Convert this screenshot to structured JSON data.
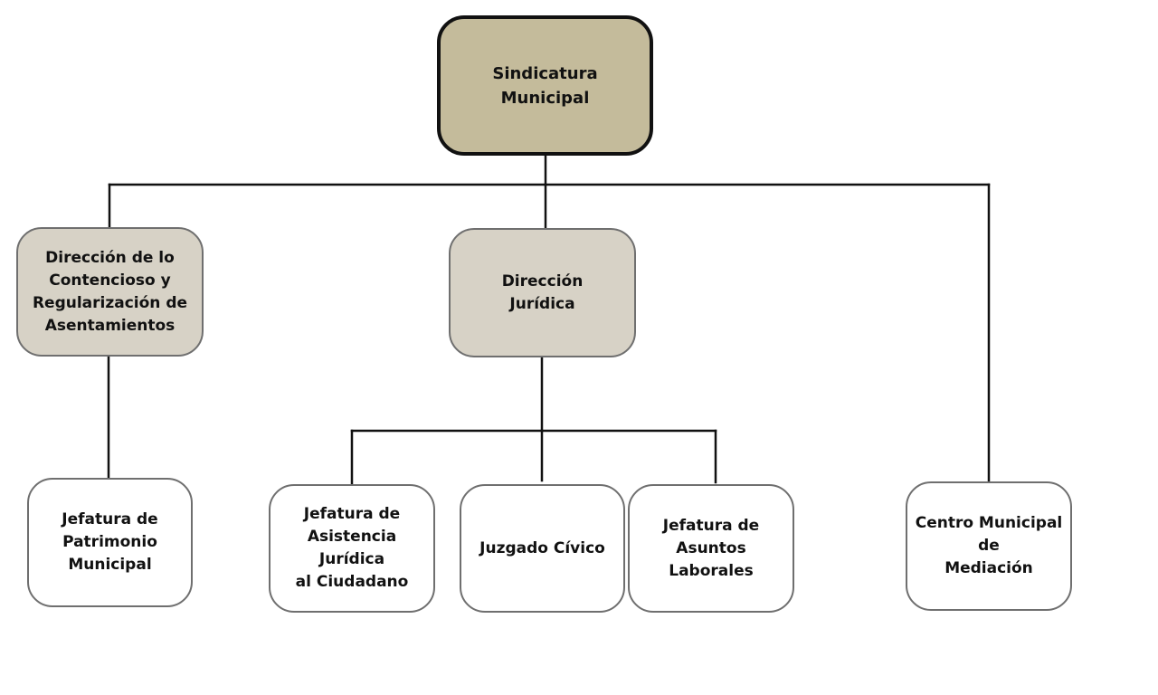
{
  "colors": {
    "root_fill": "#c4bb9b",
    "director_fill": "#d7d2c6",
    "leaf_fill": "#ffffff",
    "connector": "#111111"
  },
  "chart": {
    "root": {
      "label": "Sindicatura\nMunicipal"
    },
    "direccion_contencioso": {
      "label": "Dirección de lo\nContencioso y\nRegularización de\nAsentamientos"
    },
    "direccion_juridica": {
      "label": "Dirección\nJurídica"
    },
    "jefatura_patrimonio": {
      "label": "Jefatura de\nPatrimonio\nMunicipal"
    },
    "jefatura_asistencia": {
      "label": "Jefatura de\nAsistencia Jurídica\nal Ciudadano"
    },
    "juzgado_civico": {
      "label": "Juzgado Cívico"
    },
    "jefatura_asuntos_laborales": {
      "label": "Jefatura de\nAsuntos Laborales"
    },
    "centro_mediacion": {
      "label": "Centro Municipal de\nMediación"
    }
  }
}
